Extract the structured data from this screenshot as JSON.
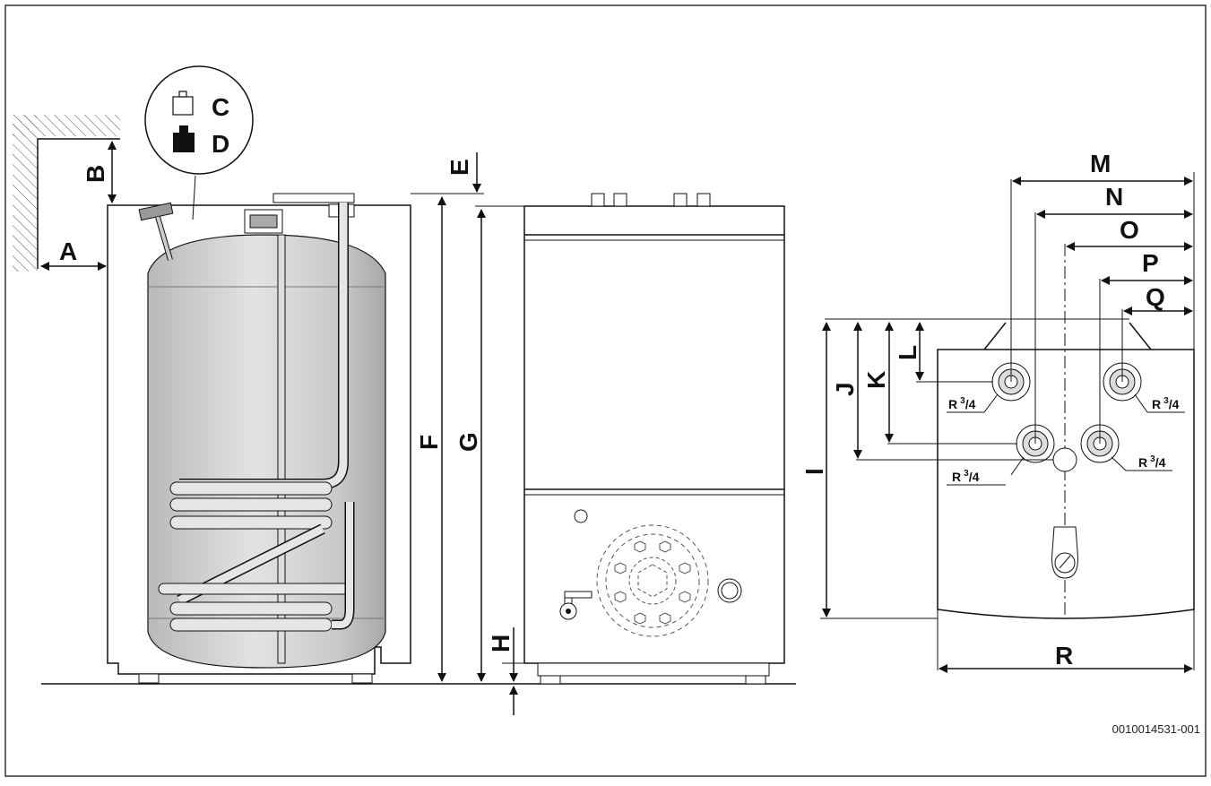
{
  "labels": {
    "A": "A",
    "B": "B",
    "C": "C",
    "D": "D",
    "E": "E",
    "F": "F",
    "G": "G",
    "H": "H",
    "I": "I",
    "J": "J",
    "K": "K",
    "L": "L",
    "M": "M",
    "N": "N",
    "O": "O",
    "P": "P",
    "Q": "Q",
    "R": "R"
  },
  "connections": {
    "c1": {
      "r": "R",
      "exp": "3",
      "frac": "/4"
    },
    "c2": {
      "r": "R",
      "exp": "3",
      "frac": "/4"
    },
    "c3": {
      "r": "R",
      "exp": "3",
      "frac": "/4"
    },
    "c4": {
      "r": "R",
      "exp": "3",
      "frac": "/4"
    }
  },
  "figure_code": "0010014531-001",
  "colors": {
    "line": "#111111",
    "tank": "#c9c9c9",
    "background": "#ffffff"
  },
  "icons": {
    "empty_weight": "weight-outline-icon",
    "full_weight": "weight-filled-icon"
  }
}
